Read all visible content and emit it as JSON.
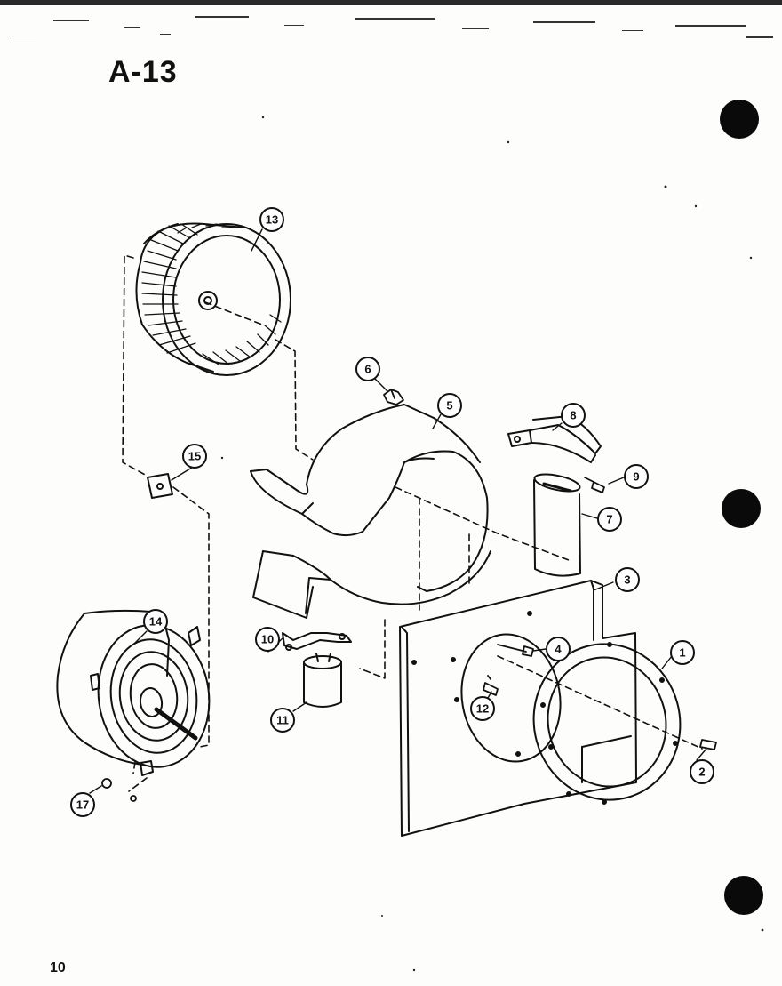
{
  "header": {
    "diagram_id": "A-13"
  },
  "footer": {
    "page_number": "10"
  },
  "callouts": [
    "1",
    "2",
    "3",
    "4",
    "5",
    "6",
    "7",
    "8",
    "9",
    "10",
    "11",
    "12",
    "13",
    "14",
    "15",
    "17"
  ]
}
